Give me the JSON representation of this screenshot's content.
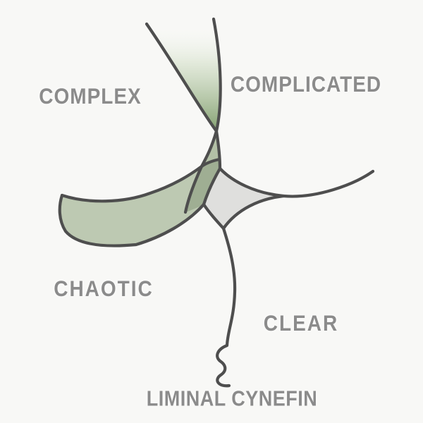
{
  "title": "LIMINAL CYNEFIN",
  "domains": {
    "complex": "COMPLEX",
    "complicated": "COMPLICATED",
    "chaotic": "CHAOTIC",
    "clear": "CLEAR"
  },
  "colors": {
    "background": "#f8f8f6",
    "line": "#4e4e4e",
    "band_green": "#bdc9b2",
    "sliver_green": "#b3c0a6",
    "overlap_green": "#9fae93",
    "gradient_green": "#84a171",
    "gradient_mid_green": "#dde6d4",
    "liminal_gray": "#dfdfdd",
    "label_gray": "#8b8b8b"
  }
}
